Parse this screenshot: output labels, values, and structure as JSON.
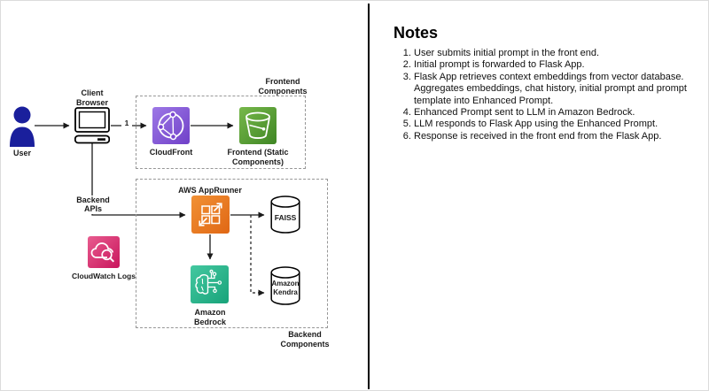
{
  "diagram": {
    "user": {
      "label": "User"
    },
    "client_browser": {
      "label": "Client Browser"
    },
    "edge_browser_cloudfront_label": "1",
    "backend_apis_label": "Backend APIs",
    "cloudfront": {
      "label": "CloudFront"
    },
    "frontend_bucket": {
      "label": "Frontend (Static Components)"
    },
    "frontend_group": {
      "label": "Frontend Components"
    },
    "backend_group": {
      "label": "Backend Components"
    },
    "app_runner": {
      "label": "AWS AppRunner"
    },
    "faiss": {
      "label": "FAISS"
    },
    "bedrock": {
      "label": "Amazon Bedrock"
    },
    "kendra": {
      "label": "Amazon Kendra"
    },
    "cloudwatch": {
      "label": "CloudWatch Logs"
    },
    "colors": {
      "user_navy": "#1a1f9c",
      "cloudfront_purple": "#8252c7",
      "s3_green": "#4f9e28",
      "apprunner_orange": "#e8761f",
      "bedrock_teal": "#29b584",
      "cloudwatch_pink": "#d81b60",
      "connector_black": "#1a1a1a",
      "group_border_gray": "#979797"
    }
  },
  "notes": {
    "title": "Notes",
    "items": [
      "User submits initial prompt in the front end.",
      "Initial prompt is forwarded to Flask App.",
      "Flask App retrieves context embeddings from vector database. Aggregates embeddings, chat history, initial prompt and prompt template into Enhanced Prompt.",
      "Enhanced Prompt sent to LLM in Amazon Bedrock.",
      "LLM responds to Flask App using the Enhanced Prompt.",
      "Response is received in the front end from the Flask App."
    ]
  }
}
